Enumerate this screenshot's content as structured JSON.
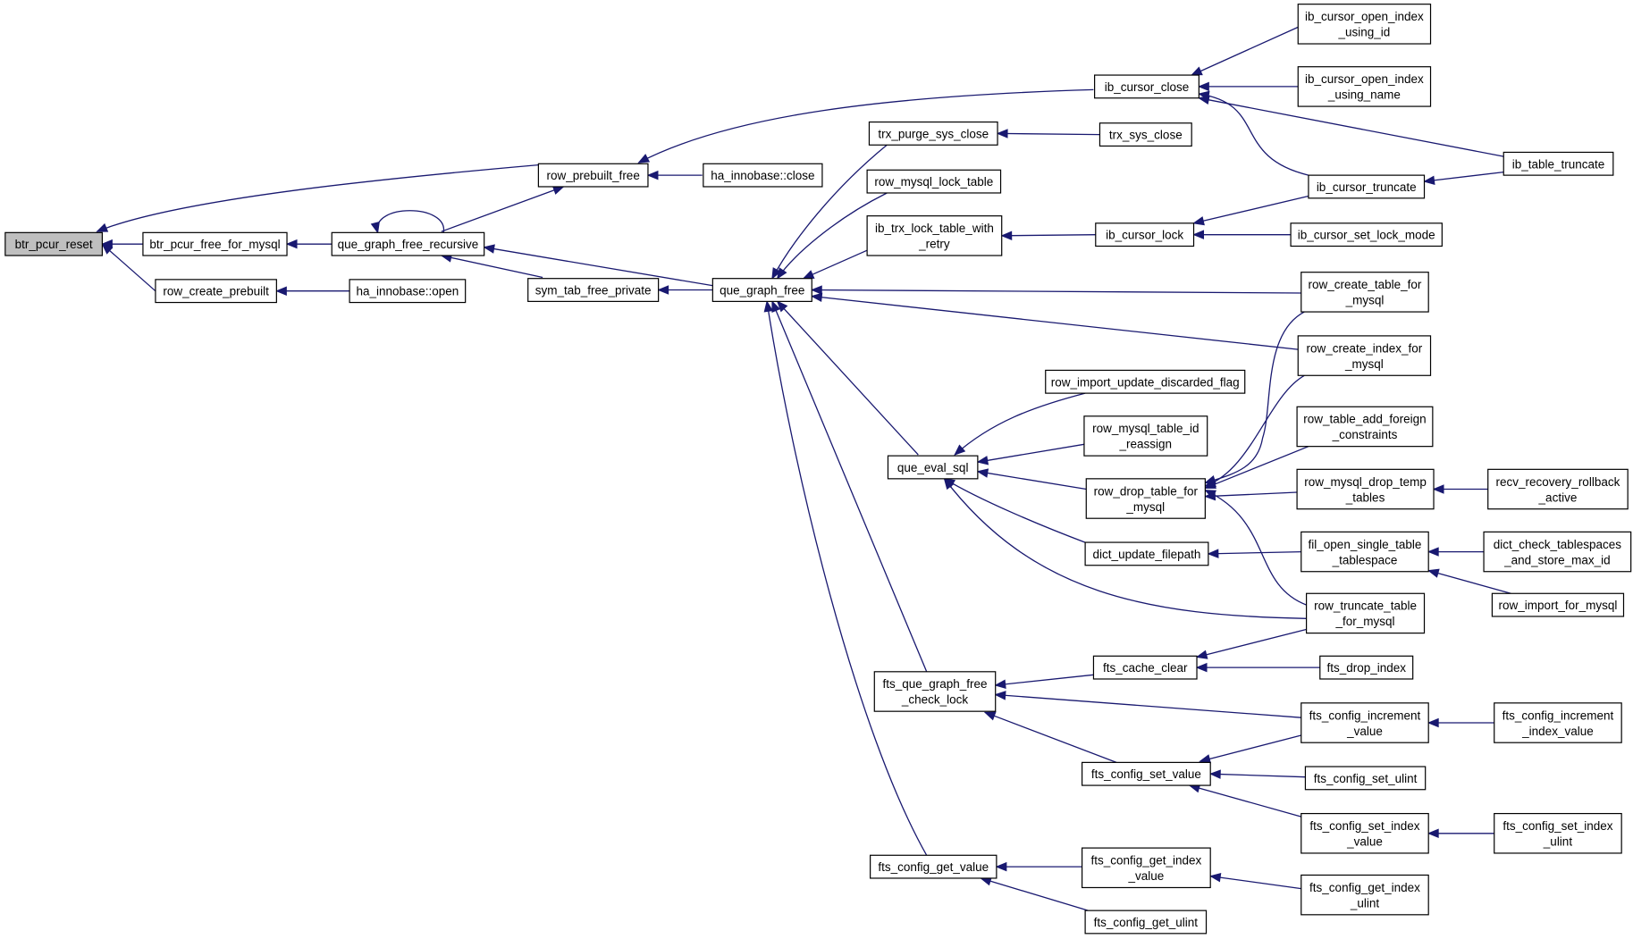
{
  "nodes": {
    "btr_pcur_reset": [
      "btr_pcur_reset"
    ],
    "btr_pcur_free_for_mysql": [
      "btr_pcur_free_for_mysql"
    ],
    "row_create_prebuilt": [
      "row_create_prebuilt"
    ],
    "row_prebuilt_free": [
      "row_prebuilt_free"
    ],
    "que_graph_free_recursive": [
      "que_graph_free_recursive"
    ],
    "ha_innobase_open": [
      "ha_innobase::open"
    ],
    "ha_innobase_close": [
      "ha_innobase::close"
    ],
    "sym_tab_free_private": [
      "sym_tab_free_private"
    ],
    "que_graph_free": [
      "que_graph_free"
    ],
    "ib_cursor_close": [
      "ib_cursor_close"
    ],
    "trx_purge_sys_close": [
      "trx_purge_sys_close"
    ],
    "row_mysql_lock_table": [
      "row_mysql_lock_table"
    ],
    "ib_trx_lock_table_with_retry": [
      "ib_trx_lock_table_with",
      "_retry"
    ],
    "que_eval_sql": [
      "que_eval_sql"
    ],
    "fts_que_graph_free_check_lock": [
      "fts_que_graph_free",
      "_check_lock"
    ],
    "fts_config_get_value": [
      "fts_config_get_value"
    ],
    "trx_sys_close": [
      "trx_sys_close"
    ],
    "ib_cursor_lock": [
      "ib_cursor_lock"
    ],
    "row_import_update_discarded_flag": [
      "row_import_update_discarded_flag"
    ],
    "row_mysql_table_id_reassign": [
      "row_mysql_table_id",
      "_reassign"
    ],
    "row_drop_table_for_mysql": [
      "row_drop_table_for",
      "_mysql"
    ],
    "dict_update_filepath": [
      "dict_update_filepath"
    ],
    "fts_cache_clear": [
      "fts_cache_clear"
    ],
    "fts_config_set_value": [
      "fts_config_set_value"
    ],
    "fts_config_get_index_value": [
      "fts_config_get_index",
      "_value"
    ],
    "fts_config_get_ulint": [
      "fts_config_get_ulint"
    ],
    "ib_cursor_open_index_using_id": [
      "ib_cursor_open_index",
      "_using_id"
    ],
    "ib_cursor_open_index_using_name": [
      "ib_cursor_open_index",
      "_using_name"
    ],
    "ib_cursor_truncate": [
      "ib_cursor_truncate"
    ],
    "ib_cursor_set_lock_mode": [
      "ib_cursor_set_lock_mode"
    ],
    "row_create_table_for_mysql": [
      "row_create_table_for",
      "_mysql"
    ],
    "row_create_index_for_mysql": [
      "row_create_index_for",
      "_mysql"
    ],
    "row_table_add_foreign_constraints": [
      "row_table_add_foreign",
      "_constraints"
    ],
    "row_mysql_drop_temp_tables": [
      "row_mysql_drop_temp",
      "_tables"
    ],
    "fil_open_single_table_tablespace": [
      "fil_open_single_table",
      "_tablespace"
    ],
    "row_truncate_table_for_mysql": [
      "row_truncate_table",
      "_for_mysql"
    ],
    "fts_drop_index": [
      "fts_drop_index"
    ],
    "fts_config_increment_value": [
      "fts_config_increment",
      "_value"
    ],
    "fts_config_set_ulint": [
      "fts_config_set_ulint"
    ],
    "fts_config_set_index_value": [
      "fts_config_set_index",
      "_value"
    ],
    "fts_config_get_index_ulint": [
      "fts_config_get_index",
      "_ulint"
    ],
    "ib_table_truncate": [
      "ib_table_truncate"
    ],
    "recv_recovery_rollback_active": [
      "recv_recovery_rollback",
      "_active"
    ],
    "dict_check_tablespaces_and_store_max_id": [
      "dict_check_tablespaces",
      "_and_store_max_id"
    ],
    "row_import_for_mysql": [
      "row_import_for_mysql"
    ],
    "fts_config_increment_index_value": [
      "fts_config_increment",
      "_index_value"
    ],
    "fts_config_set_index_ulint": [
      "fts_config_set_index",
      "_ulint"
    ]
  },
  "edges": [
    [
      "btr_pcur_free_for_mysql",
      "btr_pcur_reset"
    ],
    [
      "row_create_prebuilt",
      "btr_pcur_reset"
    ],
    [
      "row_prebuilt_free",
      "btr_pcur_reset"
    ],
    [
      "que_graph_free_recursive",
      "btr_pcur_free_for_mysql"
    ],
    [
      "ha_innobase_open",
      "row_create_prebuilt"
    ],
    [
      "ha_innobase_close",
      "row_prebuilt_free"
    ],
    [
      "ib_cursor_close",
      "row_prebuilt_free"
    ],
    [
      "que_graph_free_recursive",
      "row_prebuilt_free"
    ],
    [
      "que_graph_free_recursive",
      "que_graph_free_recursive"
    ],
    [
      "sym_tab_free_private",
      "que_graph_free_recursive"
    ],
    [
      "que_graph_free",
      "que_graph_free_recursive"
    ],
    [
      "que_graph_free",
      "sym_tab_free_private"
    ],
    [
      "trx_purge_sys_close",
      "que_graph_free"
    ],
    [
      "row_mysql_lock_table",
      "que_graph_free"
    ],
    [
      "ib_trx_lock_table_with_retry",
      "que_graph_free"
    ],
    [
      "que_eval_sql",
      "que_graph_free"
    ],
    [
      "fts_que_graph_free_check_lock",
      "que_graph_free"
    ],
    [
      "fts_config_get_value",
      "que_graph_free"
    ],
    [
      "row_create_table_for_mysql",
      "que_graph_free"
    ],
    [
      "row_create_index_for_mysql",
      "que_graph_free"
    ],
    [
      "ib_cursor_open_index_using_id",
      "ib_cursor_close"
    ],
    [
      "ib_cursor_open_index_using_name",
      "ib_cursor_close"
    ],
    [
      "ib_cursor_truncate",
      "ib_cursor_close"
    ],
    [
      "ib_table_truncate",
      "ib_cursor_close"
    ],
    [
      "trx_sys_close",
      "trx_purge_sys_close"
    ],
    [
      "ib_cursor_lock",
      "ib_trx_lock_table_with_retry"
    ],
    [
      "ib_cursor_truncate",
      "ib_cursor_lock"
    ],
    [
      "ib_cursor_set_lock_mode",
      "ib_cursor_lock"
    ],
    [
      "ib_table_truncate",
      "ib_cursor_truncate"
    ],
    [
      "row_import_update_discarded_flag",
      "que_eval_sql"
    ],
    [
      "row_mysql_table_id_reassign",
      "que_eval_sql"
    ],
    [
      "row_drop_table_for_mysql",
      "que_eval_sql"
    ],
    [
      "dict_update_filepath",
      "que_eval_sql"
    ],
    [
      "row_truncate_table_for_mysql",
      "que_eval_sql"
    ],
    [
      "row_create_table_for_mysql",
      "row_drop_table_for_mysql"
    ],
    [
      "row_create_index_for_mysql",
      "row_drop_table_for_mysql"
    ],
    [
      "row_table_add_foreign_constraints",
      "row_drop_table_for_mysql"
    ],
    [
      "row_mysql_drop_temp_tables",
      "row_drop_table_for_mysql"
    ],
    [
      "row_truncate_table_for_mysql",
      "row_drop_table_for_mysql"
    ],
    [
      "fil_open_single_table_tablespace",
      "dict_update_filepath"
    ],
    [
      "recv_recovery_rollback_active",
      "row_mysql_drop_temp_tables"
    ],
    [
      "dict_check_tablespaces_and_store_max_id",
      "fil_open_single_table_tablespace"
    ],
    [
      "row_import_for_mysql",
      "fil_open_single_table_tablespace"
    ],
    [
      "fts_cache_clear",
      "fts_que_graph_free_check_lock"
    ],
    [
      "fts_config_increment_value",
      "fts_que_graph_free_check_lock"
    ],
    [
      "fts_config_set_value",
      "fts_que_graph_free_check_lock"
    ],
    [
      "row_truncate_table_for_mysql",
      "fts_cache_clear"
    ],
    [
      "fts_drop_index",
      "fts_cache_clear"
    ],
    [
      "fts_config_increment_value",
      "fts_config_set_value"
    ],
    [
      "fts_config_set_ulint",
      "fts_config_set_value"
    ],
    [
      "fts_config_set_index_value",
      "fts_config_set_value"
    ],
    [
      "fts_config_increment_index_value",
      "fts_config_increment_value"
    ],
    [
      "fts_config_set_index_ulint",
      "fts_config_set_index_value"
    ],
    [
      "fts_config_get_index_value",
      "fts_config_get_value"
    ],
    [
      "fts_config_get_ulint",
      "fts_config_get_value"
    ],
    [
      "fts_config_get_index_ulint",
      "fts_config_get_index_value"
    ]
  ],
  "colors": {
    "edge": "#191970",
    "root_fill": "#bfbfbf",
    "node_fill": "#ffffff",
    "node_border": "#000000"
  }
}
